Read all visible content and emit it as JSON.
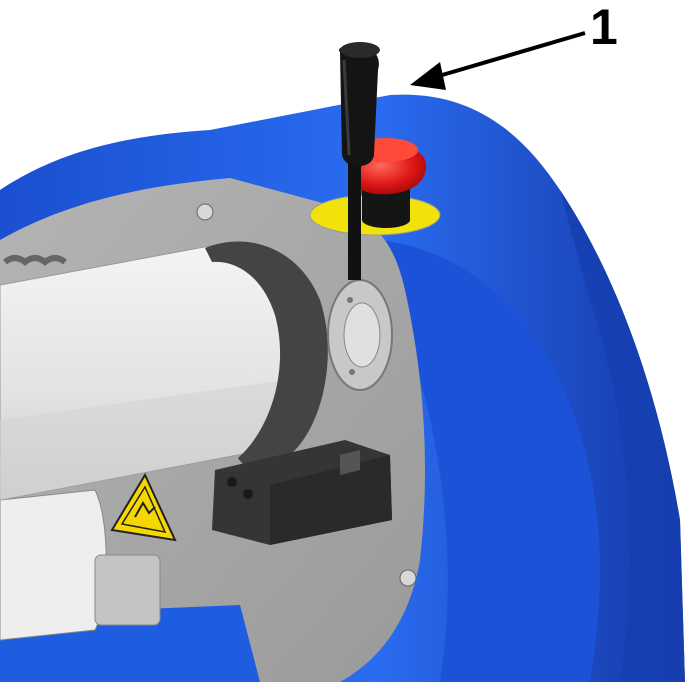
{
  "figure": {
    "callout_label": "1"
  },
  "colors": {
    "housing_blue": "#1f5fe0",
    "housing_blue_dark": "#1540b8",
    "plate_gray": "#a9a9a9",
    "shaft_light": "#e9e9e9",
    "block_dark": "#3a3a3a",
    "handle_black": "#151515",
    "button_red": "#e01818",
    "ring_yellow": "#f0e20a"
  },
  "icons": [
    "warning-sign-icon",
    "emergency-stop-button",
    "lever-handle"
  ]
}
